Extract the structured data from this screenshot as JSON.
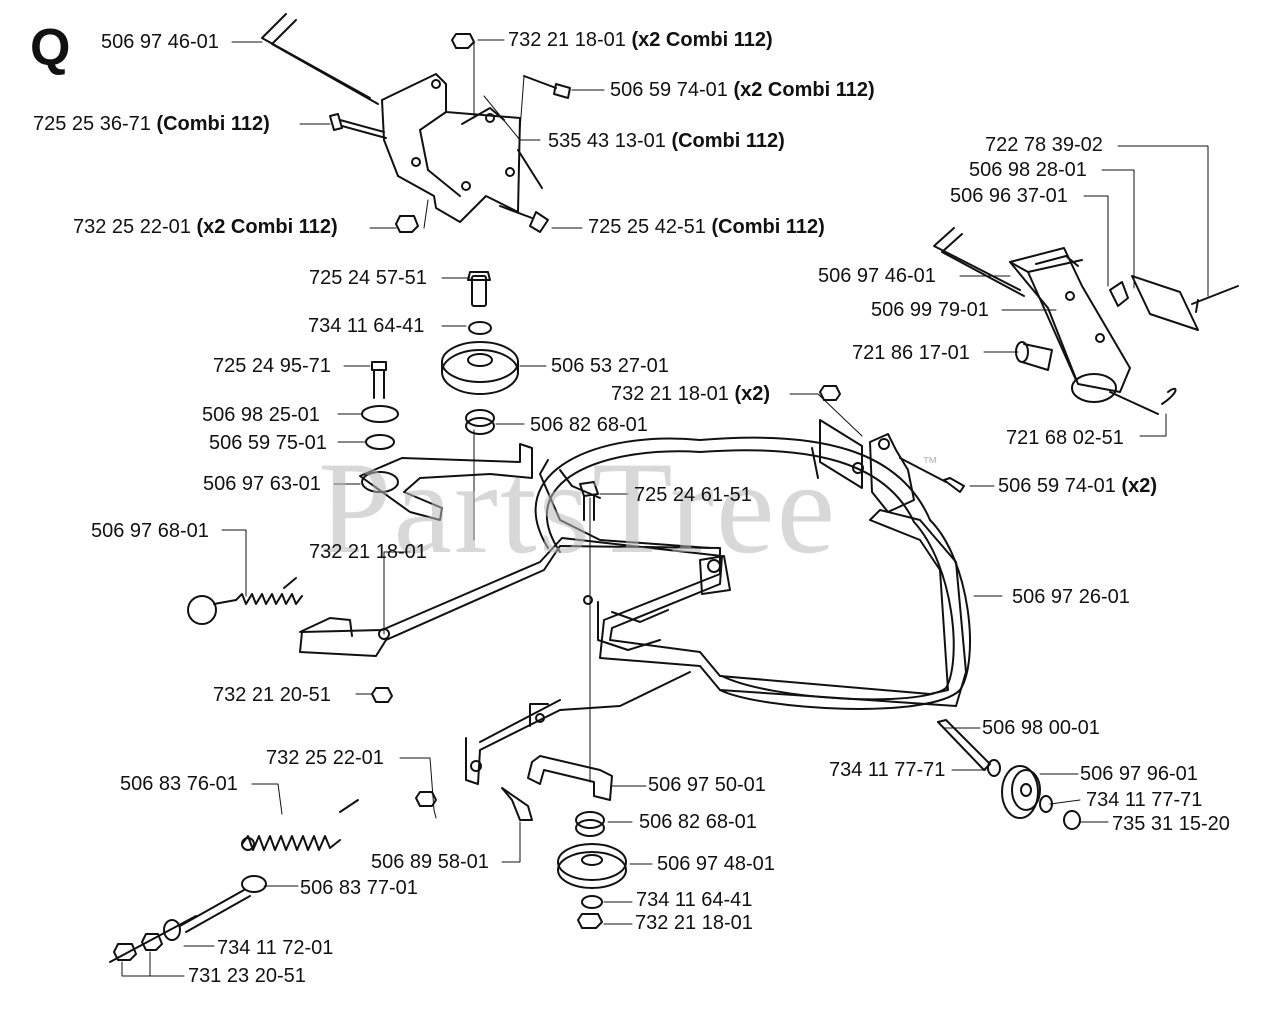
{
  "section_letter": "Q",
  "watermark": {
    "text": "PartsTree",
    "tm": "™"
  },
  "colors": {
    "line": "#111111",
    "watermark": "#b9b9b9",
    "background": "#ffffff"
  },
  "callouts": [
    {
      "part": "506 97 46-01",
      "qualifier": ""
    },
    {
      "part": "732 21 18-01",
      "qualifier": "(x2 Combi 112)"
    },
    {
      "part": "506 59 74-01",
      "qualifier": "(x2 Combi 112)"
    },
    {
      "part": "725 25 36-71",
      "qualifier": "(Combi 112)"
    },
    {
      "part": "535 43 13-01",
      "qualifier": "(Combi 112)"
    },
    {
      "part": "732 25 22-01",
      "qualifier": "(x2 Combi 112)"
    },
    {
      "part": "725 25 42-51",
      "qualifier": "(Combi 112)"
    },
    {
      "part": "722 78 39-02",
      "qualifier": ""
    },
    {
      "part": "506 98 28-01",
      "qualifier": ""
    },
    {
      "part": "506 96 37-01",
      "qualifier": ""
    },
    {
      "part": "725 24 57-51",
      "qualifier": ""
    },
    {
      "part": "506 97 46-01",
      "qualifier": ""
    },
    {
      "part": "734 11 64-41",
      "qualifier": ""
    },
    {
      "part": "506 99 79-01",
      "qualifier": ""
    },
    {
      "part": "506 53 27-01",
      "qualifier": ""
    },
    {
      "part": "725 24 95-71",
      "qualifier": ""
    },
    {
      "part": "721 86 17-01",
      "qualifier": ""
    },
    {
      "part": "732 21 18-01",
      "qualifier": "(x2)"
    },
    {
      "part": "506 98 25-01",
      "qualifier": ""
    },
    {
      "part": "506 82 68-01",
      "qualifier": ""
    },
    {
      "part": "721 68 02-51",
      "qualifier": ""
    },
    {
      "part": "506 59 75-01",
      "qualifier": ""
    },
    {
      "part": "506 97 63-01",
      "qualifier": ""
    },
    {
      "part": "506 59 74-01",
      "qualifier": "(x2)"
    },
    {
      "part": "725 24 61-51",
      "qualifier": ""
    },
    {
      "part": "506 97 68-01",
      "qualifier": ""
    },
    {
      "part": "732 21 18-01",
      "qualifier": ""
    },
    {
      "part": "506 97 26-01",
      "qualifier": ""
    },
    {
      "part": "732 21 20-51",
      "qualifier": ""
    },
    {
      "part": "506 98 00-01",
      "qualifier": ""
    },
    {
      "part": "732 25 22-01",
      "qualifier": ""
    },
    {
      "part": "734 11 77-71",
      "qualifier": ""
    },
    {
      "part": "506 97 96-01",
      "qualifier": ""
    },
    {
      "part": "506 83 76-01",
      "qualifier": ""
    },
    {
      "part": "506 97 50-01",
      "qualifier": ""
    },
    {
      "part": "734 11 77-71",
      "qualifier": ""
    },
    {
      "part": "735 31 15-20",
      "qualifier": ""
    },
    {
      "part": "506 82 68-01",
      "qualifier": ""
    },
    {
      "part": "506 89 58-01",
      "qualifier": ""
    },
    {
      "part": "506 97 48-01",
      "qualifier": ""
    },
    {
      "part": "506 83 77-01",
      "qualifier": ""
    },
    {
      "part": "734 11 64-41",
      "qualifier": ""
    },
    {
      "part": "734 11 72-01",
      "qualifier": ""
    },
    {
      "part": "732 21 18-01",
      "qualifier": ""
    },
    {
      "part": "731 23 20-51",
      "qualifier": ""
    }
  ]
}
